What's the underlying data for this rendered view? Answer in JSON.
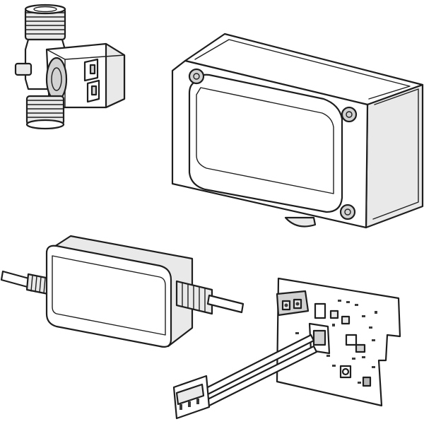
{
  "figure": {
    "parts": [
      {
        "id": "solenoid-valve",
        "icon": "solenoid-valve-icon"
      },
      {
        "id": "junction-box",
        "icon": "enclosure-box-icon"
      },
      {
        "id": "power-supply",
        "icon": "power-adapter-icon"
      },
      {
        "id": "circuit-board",
        "icon": "pcb-icon"
      }
    ],
    "colors": {
      "line": "#1e1e1e",
      "fill": "#ffffff",
      "shade_light": "#e9e9e9",
      "shade_mid": "#d2d2d2",
      "shade_dark": "#b8b8b8"
    }
  }
}
